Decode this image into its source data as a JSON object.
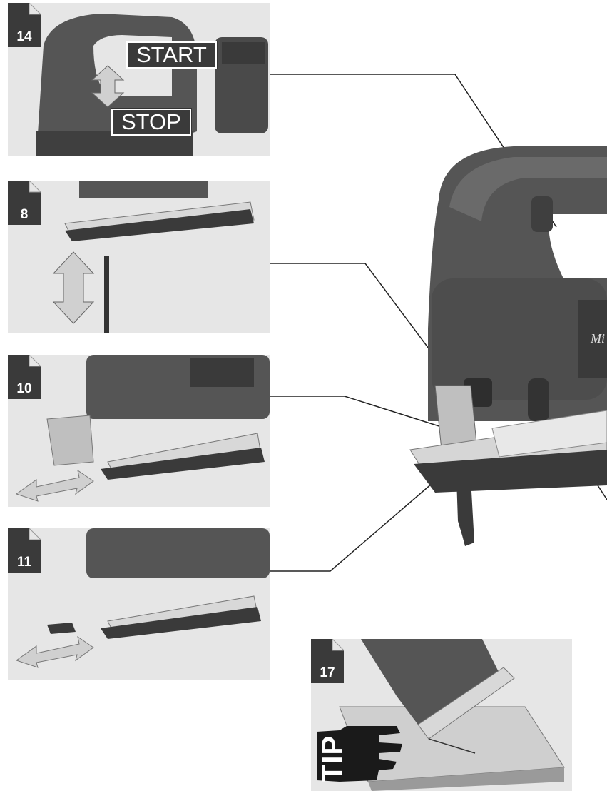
{
  "panels": [
    {
      "number": "14",
      "labels": {
        "start": "START",
        "stop": "STOP"
      }
    },
    {
      "number": "8"
    },
    {
      "number": "10"
    },
    {
      "number": "11"
    },
    {
      "number": "17",
      "tip": "TIP"
    }
  ],
  "colors": {
    "panel_bg": "#e6e6e6",
    "tab": "#3a3a3a",
    "tool_dark": "#4a4a4a",
    "tool_light": "#cfcfcf",
    "arrow_fill": "#d0d0d0"
  },
  "icons": [
    "double-arrow-vertical-icon",
    "double-arrow-horizontal-icon",
    "pointing-hand-icon"
  ]
}
